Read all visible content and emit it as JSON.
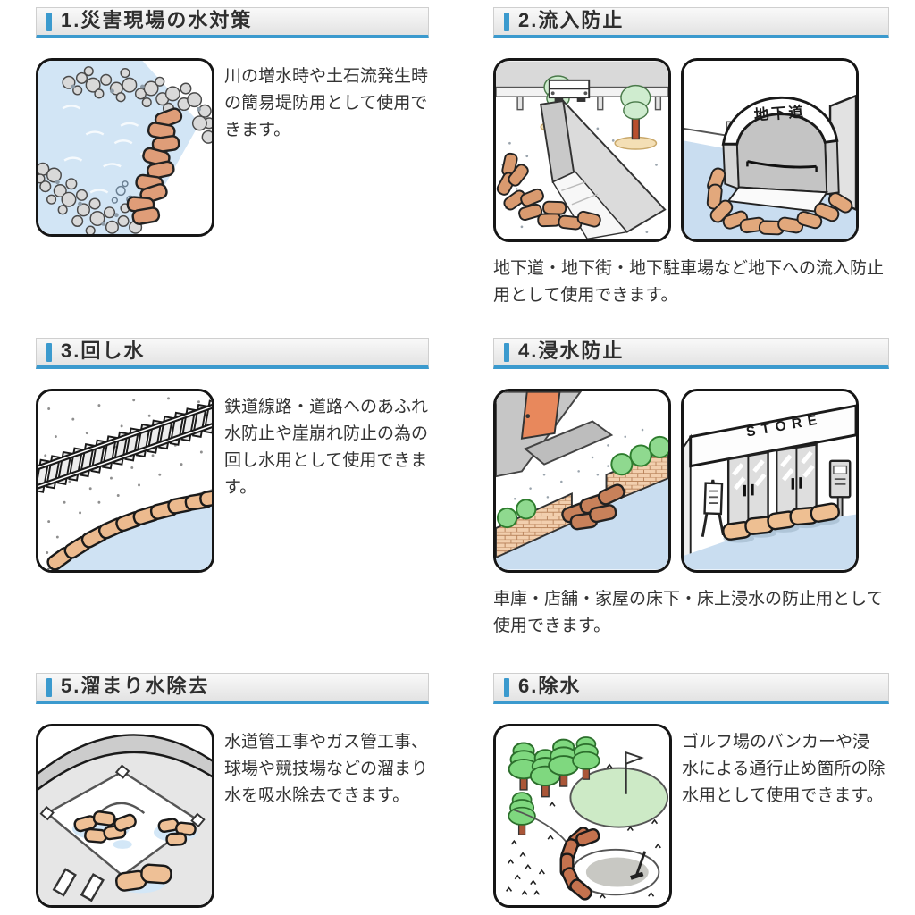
{
  "theme": {
    "accent": "#3b9ace",
    "header_bg_top": "#f9f9f9",
    "header_bg_bottom": "#e3e3e3",
    "text_color": "#333333",
    "sandbag_color": "#e2a379",
    "water_color": "#cfe2f3"
  },
  "sections": [
    {
      "title": "1.災害現場の水対策",
      "description": "川の増水時や土石流発生時の簡易堤防用として使用できます。",
      "illustration": "river-emergency-levee"
    },
    {
      "title": "2.流入防止",
      "description": "地下道・地下街・地下駐車場など地下への流入防止用として使用できます。",
      "illustrations": [
        "underground-entrance-ramp",
        "underground-passage"
      ],
      "sign_label": "地下道"
    },
    {
      "title": "3.回し水",
      "description": "鉄道線路・道路へのあふれ水防止や崖崩れ防止の為の回し水用として使用できます。",
      "illustration": "railway-water-diversion"
    },
    {
      "title": "4.浸水防止",
      "description": "車庫・店舗・家屋の床下・床上浸水の防止用として使用できます。",
      "illustrations": [
        "house-gate-barrier",
        "store-front-barrier"
      ],
      "sign_label": "STORE"
    },
    {
      "title": "5.溜まり水除去",
      "description": "水道管工事やガス管工事、球場や競技場などの溜まり水を吸水除去できます。",
      "illustration": "ballpark-puddle-removal"
    },
    {
      "title": "6.除水",
      "description": "ゴルフ場のバンカーや浸水による通行止め箇所の除水用として使用できます。",
      "illustration": "golf-bunker-dewatering"
    }
  ]
}
